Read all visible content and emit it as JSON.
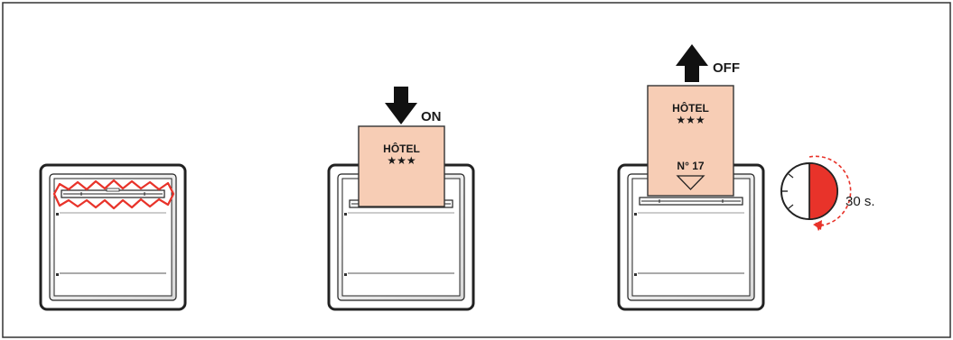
{
  "colors": {
    "frame_border": "#333333",
    "card_fill": "#f7cdb5",
    "card_stroke": "#333333",
    "highlight": "#e8332a",
    "ink": "#1a1a1a"
  },
  "panels": [
    {
      "id": "idle",
      "highlight_slot": true
    },
    {
      "id": "insert",
      "action_label": "ON",
      "arrow_icon": "arrow-down-icon",
      "card": {
        "title": "HÔTEL",
        "stars": "★★★"
      }
    },
    {
      "id": "remove",
      "action_label": "OFF",
      "arrow_icon": "arrow-up-icon",
      "card": {
        "title": "HÔTEL",
        "stars": "★★★",
        "room": "N° 17",
        "marker_icon": "triangle-down-icon"
      },
      "timer": {
        "label": "30 s.",
        "icon": "timer-icon",
        "fraction": 0.5
      }
    }
  ]
}
